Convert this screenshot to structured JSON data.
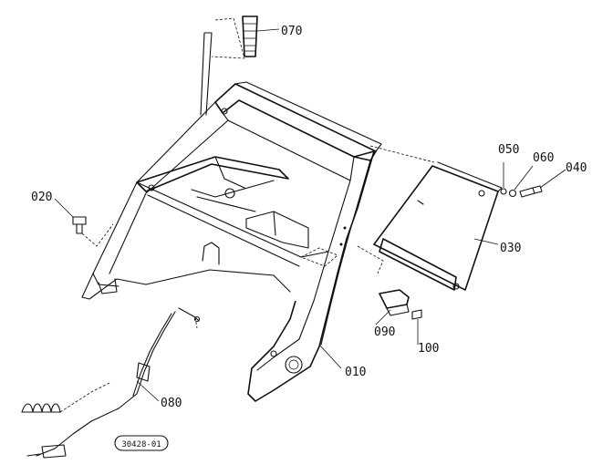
{
  "parts": [
    {
      "id": "p010",
      "number": "010"
    },
    {
      "id": "p020",
      "number": "020"
    },
    {
      "id": "p030",
      "number": "030"
    },
    {
      "id": "p040",
      "number": "040"
    },
    {
      "id": "p050",
      "number": "050"
    },
    {
      "id": "p060",
      "number": "060"
    },
    {
      "id": "p070",
      "number": "070"
    },
    {
      "id": "p080",
      "number": "080"
    },
    {
      "id": "p090",
      "number": "090"
    },
    {
      "id": "p100",
      "number": "100"
    }
  ],
  "drawing_code": "30428-01"
}
